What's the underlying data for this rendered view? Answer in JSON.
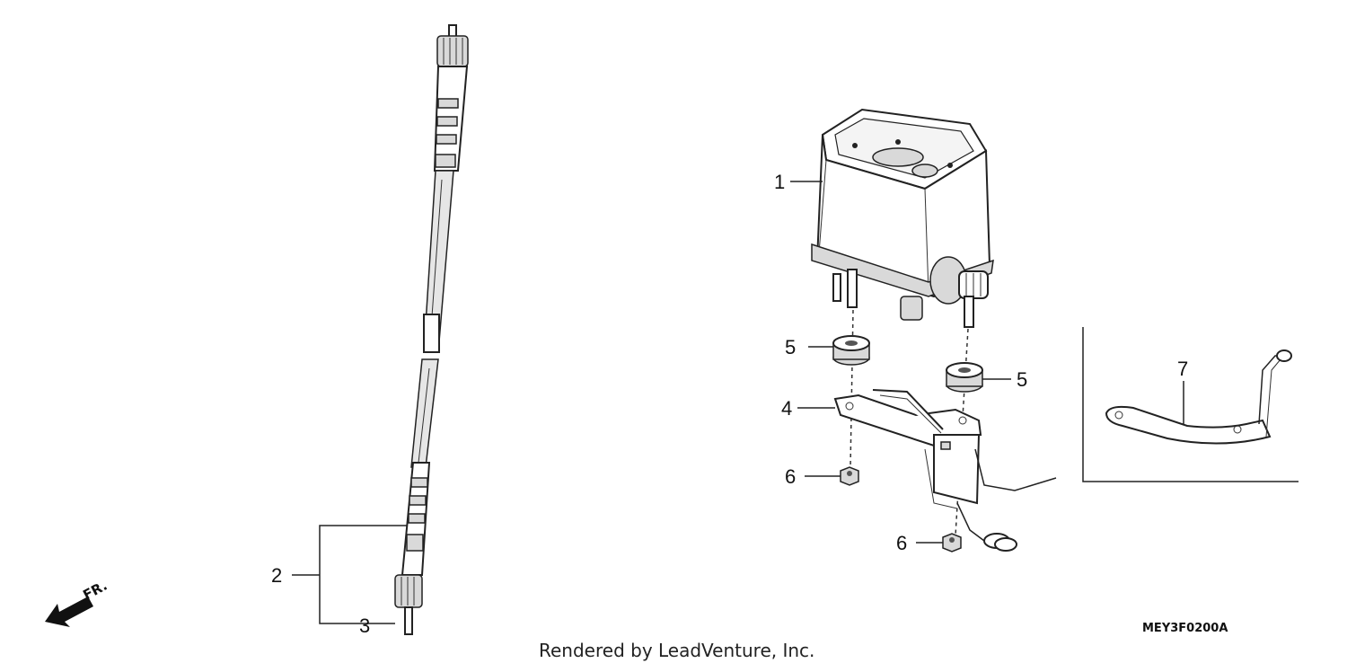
{
  "callouts": {
    "c1": "1",
    "c2": "2",
    "c3": "3",
    "c4": "4",
    "c5a": "5",
    "c5b": "5",
    "c6a": "6",
    "c6b": "6",
    "c7": "7"
  },
  "direction_label": "FR.",
  "diagram_code": "MEY3F0200A",
  "credit": "Rendered by LeadVenture, Inc."
}
